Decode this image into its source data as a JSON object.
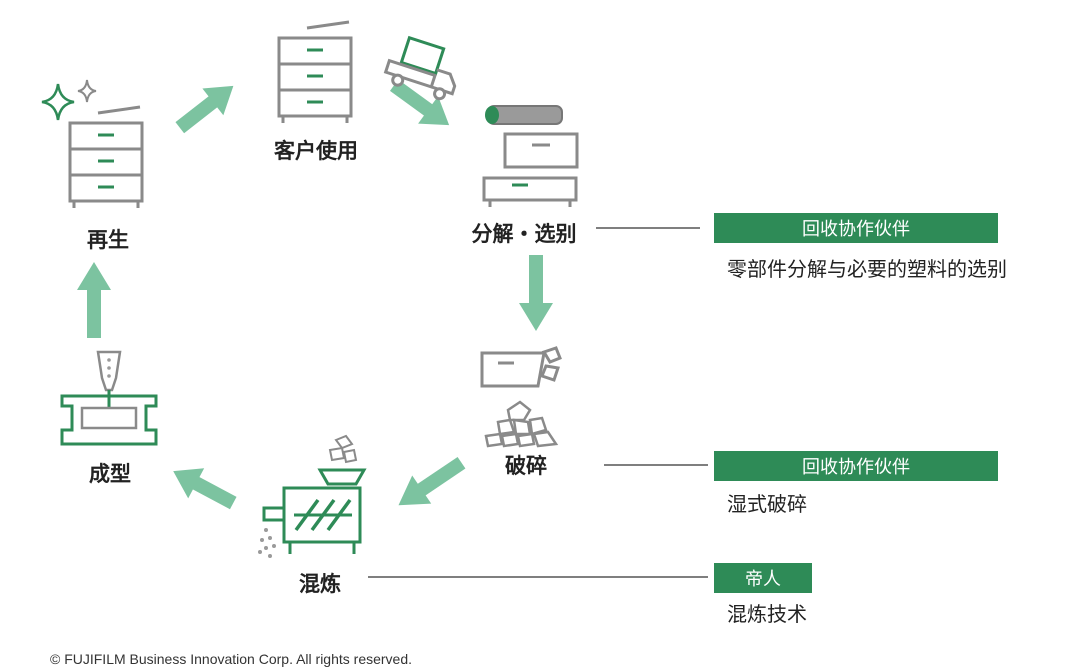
{
  "stages": {
    "customer_use": "客户使用",
    "disassembly": "分解・选别",
    "crushing": "破碎",
    "kneading": "混炼",
    "molding": "成型",
    "regeneration": "再生"
  },
  "partners": [
    {
      "badge": "回收协作伙伴",
      "note": "零部件分解与必要的塑料的选别"
    },
    {
      "badge": "回收协作伙伴",
      "note": "湿式破碎"
    },
    {
      "badge": "帝人",
      "note": "混炼技术"
    }
  ],
  "copyright": "© FUJIFILM Business Innovation Corp. All rights reserved.",
  "colors": {
    "accent": "#2e8b57",
    "arrow": "#7cc3a0",
    "gray": "#888888",
    "badge_bg": "#2e8b57"
  },
  "icons": [
    "copier-icon",
    "truck-icon",
    "toner-cartridge-icon",
    "crushed-part-icon",
    "rubble-icon",
    "kneading-machine-icon",
    "mold-icon",
    "sparkle-icon"
  ]
}
